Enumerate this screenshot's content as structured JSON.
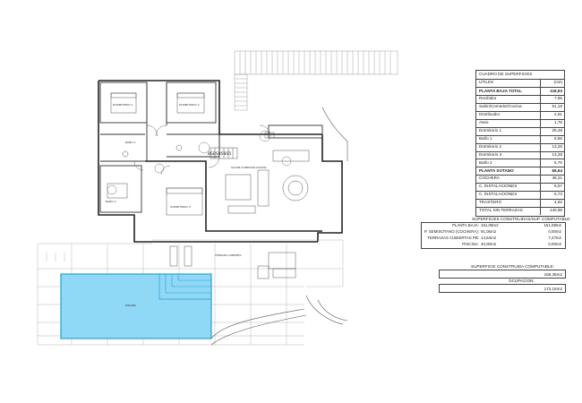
{
  "plan": {
    "room_labels": [
      "DORMITORIO 1",
      "DORMITORIO 2",
      "DORMITORIO 3",
      "BAÑO 1",
      "BAÑO 2",
      "SALÓN-COMEDOR-COCINA",
      "PISCINA",
      "TERRAZA CUBIERTA"
    ],
    "stair_code": "BSBS05BS5"
  },
  "surfaces_table": {
    "title": "CUADRO DE SUPERFICIES",
    "header": {
      "label": "UTILES",
      "unit": "(m2)"
    },
    "rows": [
      {
        "label": "PLANTA BAJA TOTAL",
        "value": "118,93",
        "highlight": true
      },
      {
        "label": "Recibidor",
        "value": "7,96"
      },
      {
        "label": "Salón/Comedor/Cocina",
        "value": "51,18"
      },
      {
        "label": "Distribuidor",
        "value": "2,61"
      },
      {
        "label": "Aseo",
        "value": "1,78"
      },
      {
        "label": "Dormitorio 1",
        "value": "25,48"
      },
      {
        "label": "Baño 1",
        "value": "5,58"
      },
      {
        "label": "Dormitorio 2",
        "value": "13,26"
      },
      {
        "label": "Dormitorio 3",
        "value": "13,28"
      },
      {
        "label": "Baño 2",
        "value": "5,76"
      },
      {
        "label": "PLANTA SOTANO",
        "value": "65,54",
        "highlight": true
      },
      {
        "label": "COCHERA",
        "value": "48,31"
      },
      {
        "label": "C. INSTALACIONES",
        "value": "6,57"
      },
      {
        "label": "C. INSTALACIONES",
        "value": "5,73"
      },
      {
        "label": "TRASTERO",
        "value": "4,93"
      }
    ],
    "total": {
      "label": "TOTAL SIN TERRAZAS",
      "value": "140,98"
    }
  },
  "built_table": {
    "title": "SUPERFICIES CONSTRUIDAS/SUP. COMPUTABLE:",
    "rows": [
      {
        "label": "PLANTA BAJA:",
        "built": "151,08m2",
        "computable": "151,08m2"
      },
      {
        "label": "P. SEMISOTANO (COCHERA):",
        "built": "91,05m2",
        "computable": "0,00m2"
      },
      {
        "label": "TERRAZAS CUBIERTAS PB:",
        "built": "14,54m2",
        "computable": "7,27m2"
      },
      {
        "label": "PISCINA:",
        "built": "40,00m2",
        "computable": "0,00m2"
      }
    ]
  },
  "computable": {
    "title": "SUPERFICIE CONSTRUIDA COMPUTABLE:",
    "value": "158,35m2"
  },
  "occupation": {
    "title": "OCUPACION:",
    "value": "172,19m2"
  }
}
